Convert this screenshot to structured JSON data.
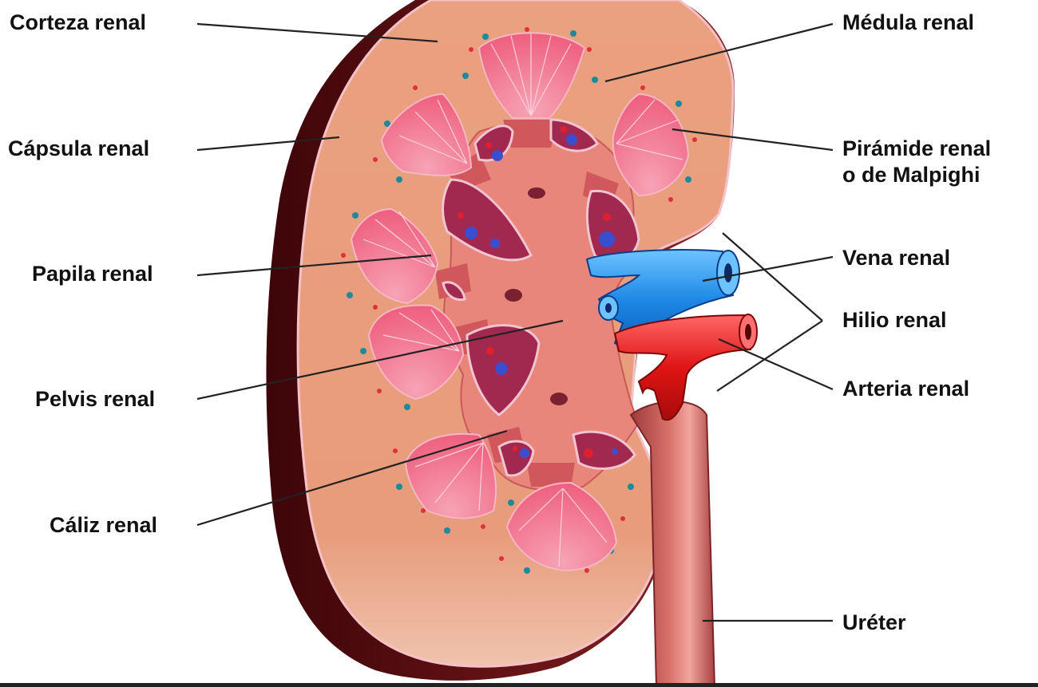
{
  "labels": {
    "corteza_renal": "Corteza renal",
    "capsula_renal": "Cápsula renal",
    "papila_renal": "Papila renal",
    "pelvis_renal": "Pelvis renal",
    "caliz_renal": "Cáliz renal",
    "medula_renal": "Médula renal",
    "piramide_renal_line1": "Pirámide renal",
    "piramide_renal_line2": "o de Malpighi",
    "vena_renal": "Vena renal",
    "hilio_renal": "Hilio renal",
    "arteria_renal": "Arteria renal",
    "ureter": "Uréter"
  },
  "colors": {
    "capsule": "#5a0d10",
    "cortex": "#e9a07e",
    "pyramid": "#f06f8a",
    "pelvis": "#e9867c",
    "calyx": "#c85060",
    "sinus": "#a1284e",
    "vein": "#1e88e5",
    "artery": "#e01414",
    "ureter": "#c2504e"
  }
}
